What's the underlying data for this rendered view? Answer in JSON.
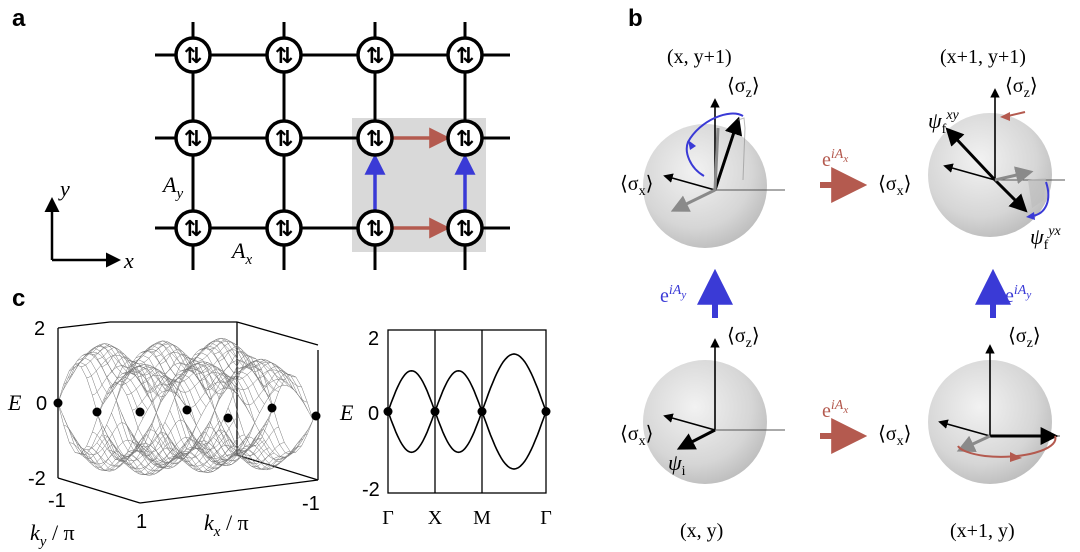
{
  "panels": {
    "a": "a",
    "b": "b",
    "c": "c"
  },
  "lattice": {
    "axis_y": "y",
    "axis_x": "x",
    "link_y": "A",
    "link_y_sub": "y",
    "link_x": "A",
    "link_x_sub": "x",
    "site_symbol": "⇅"
  },
  "bloch": {
    "coords": {
      "top_left": "(x, y+1)",
      "top_right": "(x+1, y+1)",
      "bottom_left": "(x, y)",
      "bottom_right": "(x+1, y)"
    },
    "sigma_z": "⟨σz⟩",
    "sigma_x": "⟨σx⟩",
    "psi_i": "ψi",
    "psi_xy": "ψfxy",
    "psi_yx": "ψfyx",
    "transport_x": "e^iAx",
    "transport_y": "e^iAy",
    "colors": {
      "blue": "#3a3ad6",
      "red": "#b45a4f",
      "sphere": "#d9d9d9"
    }
  },
  "chart_data": [
    {
      "type": "surface",
      "zlabel": "E",
      "xlabel": "kx / π",
      "ylabel": "ky / π",
      "zticks": [
        "2",
        "0",
        "-2"
      ],
      "xticks": [
        "1",
        "-1"
      ],
      "yticks": [
        "-1",
        "1"
      ]
    },
    {
      "type": "line",
      "ylabel": "E",
      "yticks": [
        "2",
        "0",
        "-2"
      ],
      "ylim": [
        -2,
        2
      ],
      "categories": [
        "Γ",
        "X",
        "M",
        "Γ"
      ],
      "band_nodes": [
        0,
        1,
        2,
        3
      ],
      "series": [
        {
          "values_desc": "upper band",
          "amplitude": [
            1.0,
            1.0,
            1.41
          ]
        },
        {
          "values_desc": "lower band",
          "amplitude": [
            -1.0,
            -1.0,
            -1.41
          ]
        }
      ]
    }
  ]
}
